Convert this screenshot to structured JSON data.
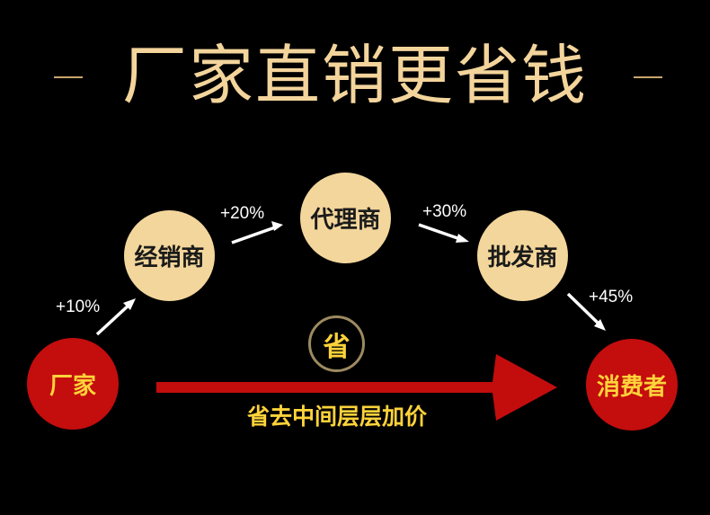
{
  "title": "厂家直销更省钱",
  "nodes": {
    "manufacturer": "厂家",
    "distributor": "经销商",
    "agent": "代理商",
    "wholesaler": "批发商",
    "consumer": "消费者"
  },
  "markups": {
    "to_distributor": "+10%",
    "to_agent": "+20%",
    "to_wholesaler": "+30%",
    "to_consumer": "+45%"
  },
  "save_badge": "省",
  "caption": "省去中间层层加价",
  "colors": {
    "background": "#000000",
    "title": "#f3d49b",
    "title_rule": "#c9a66b",
    "node_fill": "#f3d69b",
    "node_text": "#1a1a1a",
    "endpoint_fill": "#c40d0d",
    "endpoint_text": "#ffd33a",
    "arrow": "#ffffff",
    "main_arrow": "#c30d0d",
    "badge_ring": "#9c8a60",
    "badge_text": "#ffd33a",
    "caption": "#ffd33a"
  }
}
